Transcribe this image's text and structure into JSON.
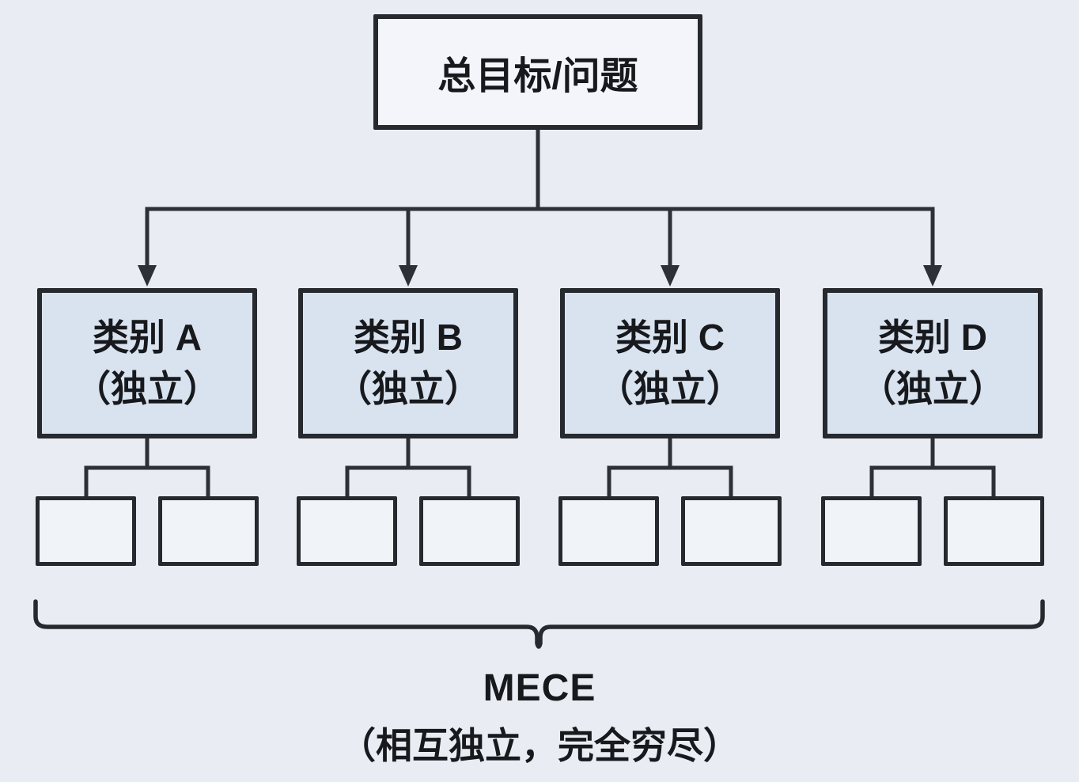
{
  "page": {
    "background_color": "#e9edf3",
    "line_color": "#2d3035",
    "category_fill_color": "#d9e3f0",
    "plain_box_fill_color": "#f3f5fa",
    "text_color": "#17191d"
  },
  "diagram": {
    "root": {
      "label": "总目标/问题"
    },
    "categories": [
      {
        "name": "类别 A",
        "note": "（独立）",
        "children_count": 2
      },
      {
        "name": "类别 B",
        "note": "（独立）",
        "children_count": 2
      },
      {
        "name": "类别 C",
        "note": "（独立）",
        "children_count": 2
      },
      {
        "name": "类别 D",
        "note": "（独立）",
        "children_count": 2
      }
    ],
    "caption": {
      "title": "MECE",
      "subtitle": "（相互独立，完全穷尽）"
    }
  }
}
